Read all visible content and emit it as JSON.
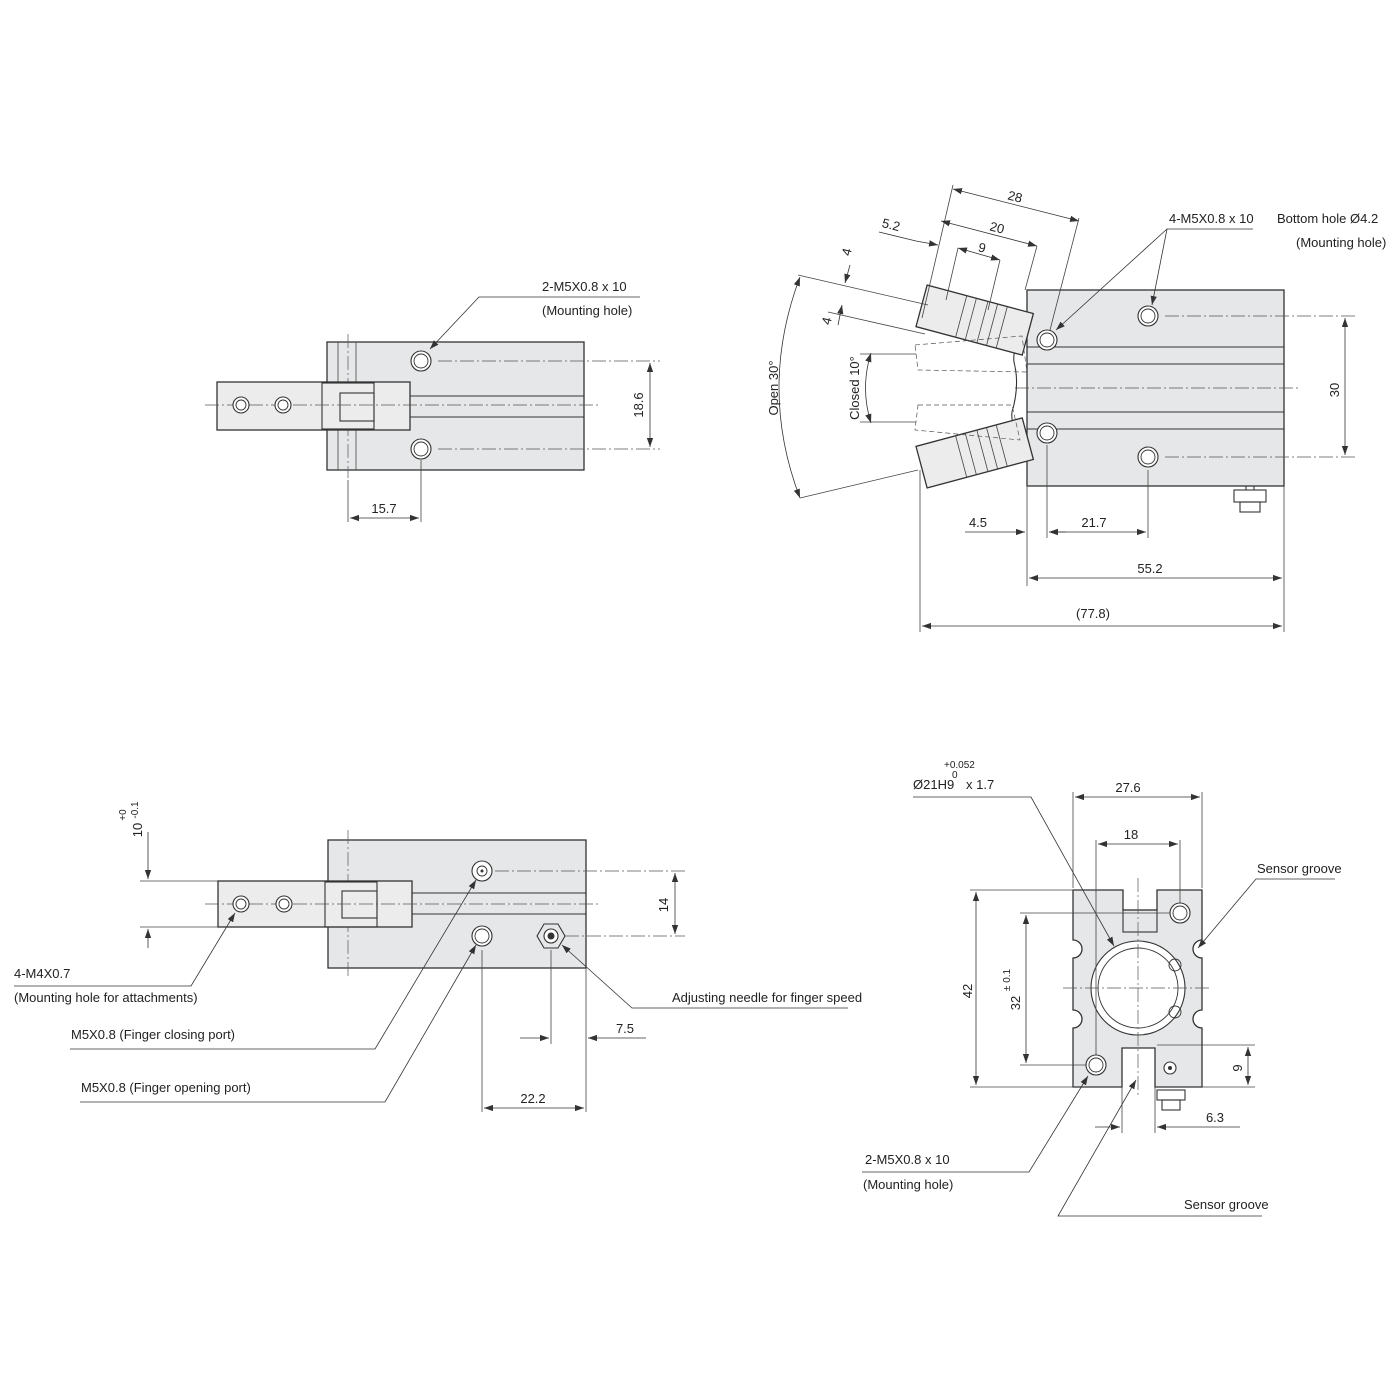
{
  "view_top_left": {
    "mounting_hole_label": "2-M5X0.8 x 10",
    "mounting_hole_note": "(Mounting hole)",
    "dim_height": "18.6",
    "dim_offset": "15.7"
  },
  "view_side": {
    "dim_28": "28",
    "dim_20": "20",
    "dim_5_2": "5.2",
    "dim_9": "9",
    "dim_4a": "4",
    "dim_4b": "4",
    "open_angle": "Open 30°",
    "closed_angle": "Closed 10°",
    "mounting_hole_label": "4-M5X0.8 x 10",
    "bottom_hole_label": "Bottom hole Ø4.2",
    "bottom_hole_note": "(Mounting hole)",
    "dim_30": "30",
    "dim_4_5": "4.5",
    "dim_21_7": "21.7",
    "dim_55_2": "55.2",
    "dim_77_8": "(77.8)"
  },
  "view_bottom_left": {
    "tol_plus": "+0",
    "tol_minus": "-0.1",
    "tol_nominal": "10",
    "dim_14": "14",
    "m4_label": "4-M4X0.7",
    "m4_note": "(Mounting hole for attachments)",
    "closing_port": "M5X0.8  (Finger closing port)",
    "opening_port": "M5X0.8  (Finger opening port)",
    "needle_label": "Adjusting needle for finger speed",
    "dim_7_5": "7.5",
    "dim_22_2": "22.2"
  },
  "view_end": {
    "bore_tol_plus": "+0.052",
    "bore_tol_zero": "0",
    "bore_label": "Ø21H9",
    "bore_depth": "x 1.7",
    "dim_27_6": "27.6",
    "dim_18": "18",
    "sensor_groove_top": "Sensor groove",
    "dim_42": "42",
    "dim_32_nominal": "32",
    "dim_32_tol": "± 0.1",
    "dim_9": "9",
    "dim_6_3": "6.3",
    "mounting_hole_label": "2-M5X0.8 x 10",
    "mounting_hole_note": "(Mounting hole)",
    "sensor_groove_bottom": "Sensor groove"
  },
  "colors": {
    "body_fill": "#e6e7e8",
    "line": "#333333",
    "background": "#ffffff"
  }
}
